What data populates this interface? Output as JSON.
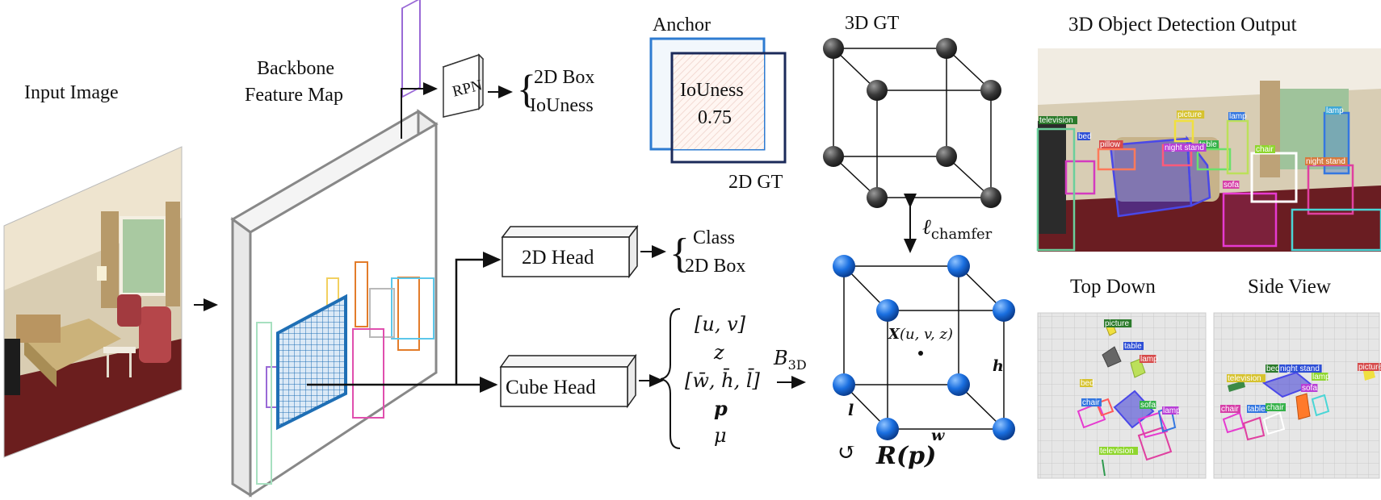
{
  "labels": {
    "input_image": "Input Image",
    "backbone_line1": "Backbone",
    "backbone_line2": "Feature Map",
    "rpn": "RPN",
    "rpn_out1": "2D Box",
    "rpn_out2": "IoUness",
    "anchor": "Anchor",
    "iouness": "IoUness",
    "iouness_value": "0.75",
    "gt2d": "2D GT",
    "gt3d": "3D GT",
    "head2d": "2D Head",
    "head2d_out1": "Class",
    "head2d_out2": "2D Box",
    "cube_head": "Cube Head",
    "cube_out_uv": "[u, v]",
    "cube_out_z": "z",
    "cube_out_dims": "[w̄, h̄, l̄]",
    "cube_out_p": "p",
    "cube_out_mu": "μ",
    "b3d": "B",
    "b3d_sub": "3D",
    "chamfer": "ℓ",
    "chamfer_sub": "chamfer",
    "center_X": "X",
    "center_args": "(u, v, z)",
    "dim_h": "h",
    "dim_l": "l",
    "dim_w": "w",
    "rot_symbol": "↺",
    "rot_label": "R",
    "rot_args": "(p)",
    "output_title": "3D Object Detection Output",
    "top_down": "Top Down",
    "side_view": "Side View"
  },
  "output_tags": [
    "television",
    "bed",
    "pillow",
    "picture",
    "lamp",
    "table",
    "night stand",
    "chair",
    "sofa",
    "lamp",
    "night stand"
  ],
  "topdown_tags": [
    "picture",
    "table",
    "lamp",
    "bed",
    "chair",
    "sofa",
    "lamp",
    "television"
  ],
  "sideview_tags": [
    "bed",
    "night stand",
    "picture",
    "television",
    "table",
    "chair",
    "sofa",
    "lamp",
    "chair"
  ],
  "colors": {
    "gt_sphere": "#3a3a3a",
    "pred_sphere": "#1a6fe0",
    "grid_blue": "#1f6fb5",
    "anchor_blue": "#2e7bd1",
    "gt2d_navy": "#1b2a5a"
  }
}
